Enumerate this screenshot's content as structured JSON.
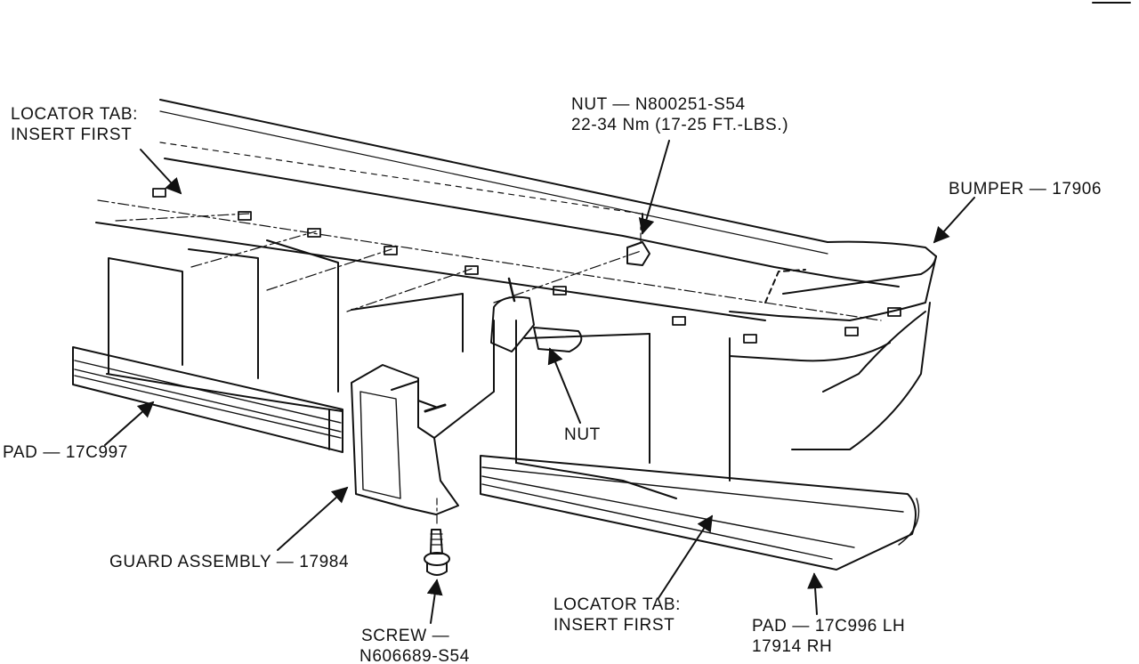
{
  "colors": {
    "ink": "#111111",
    "paper": "#ffffff"
  },
  "labels": {
    "locator_tab_left": {
      "line1": "LOCATOR TAB:",
      "line2": "INSERT FIRST"
    },
    "nut_top": {
      "line1": "NUT — N800251-S54",
      "line2": "22-34 Nm (17-25 FT.-LBS.)"
    },
    "bumper": "BUMPER — 17906",
    "nut": "NUT",
    "pad_left": "PAD — 17C997",
    "guard_assembly": "GUARD ASSEMBLY — 17984",
    "locator_tab_bottom": {
      "line1": "LOCATOR TAB:",
      "line2": "INSERT FIRST"
    },
    "pad_right": {
      "line1": "PAD — 17C996 LH",
      "line2": "17914 RH"
    },
    "screw": {
      "line1": "SCREW —",
      "line2": "N606689-S54"
    }
  }
}
